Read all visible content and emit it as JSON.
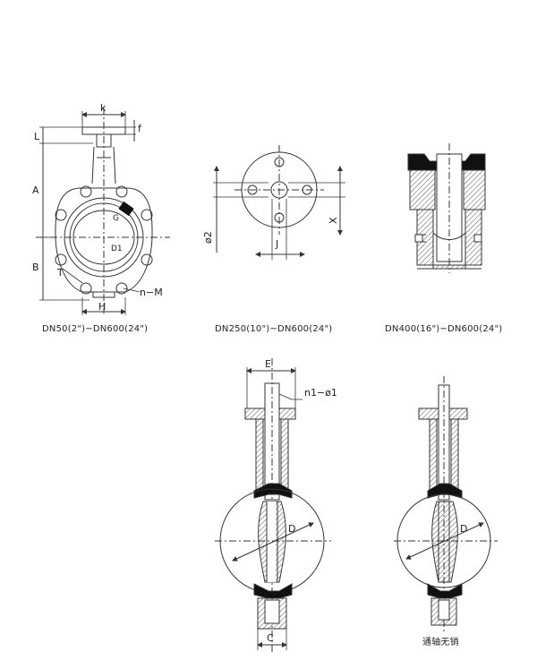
{
  "captions": {
    "view1": "DN50(2\")~DN600(24\")",
    "view2": "DN250(10\")~DN600(24\")",
    "view3": "DN400(16\")~DN600(24\")",
    "view5": "通轴无销"
  },
  "dimensions": {
    "k": "k",
    "L": "L",
    "f": "f",
    "A": "A",
    "B": "B",
    "H": "H",
    "G": "G",
    "D1": "D1",
    "T": "T",
    "nM": "n−M",
    "phi2": "ø2",
    "J": "J",
    "X": "X",
    "E": "E",
    "n1phi1": "n1−ø1",
    "D": "D",
    "C": "C"
  },
  "colors": {
    "line": "#333333",
    "hatch": "#555555",
    "seal": "#111111"
  }
}
